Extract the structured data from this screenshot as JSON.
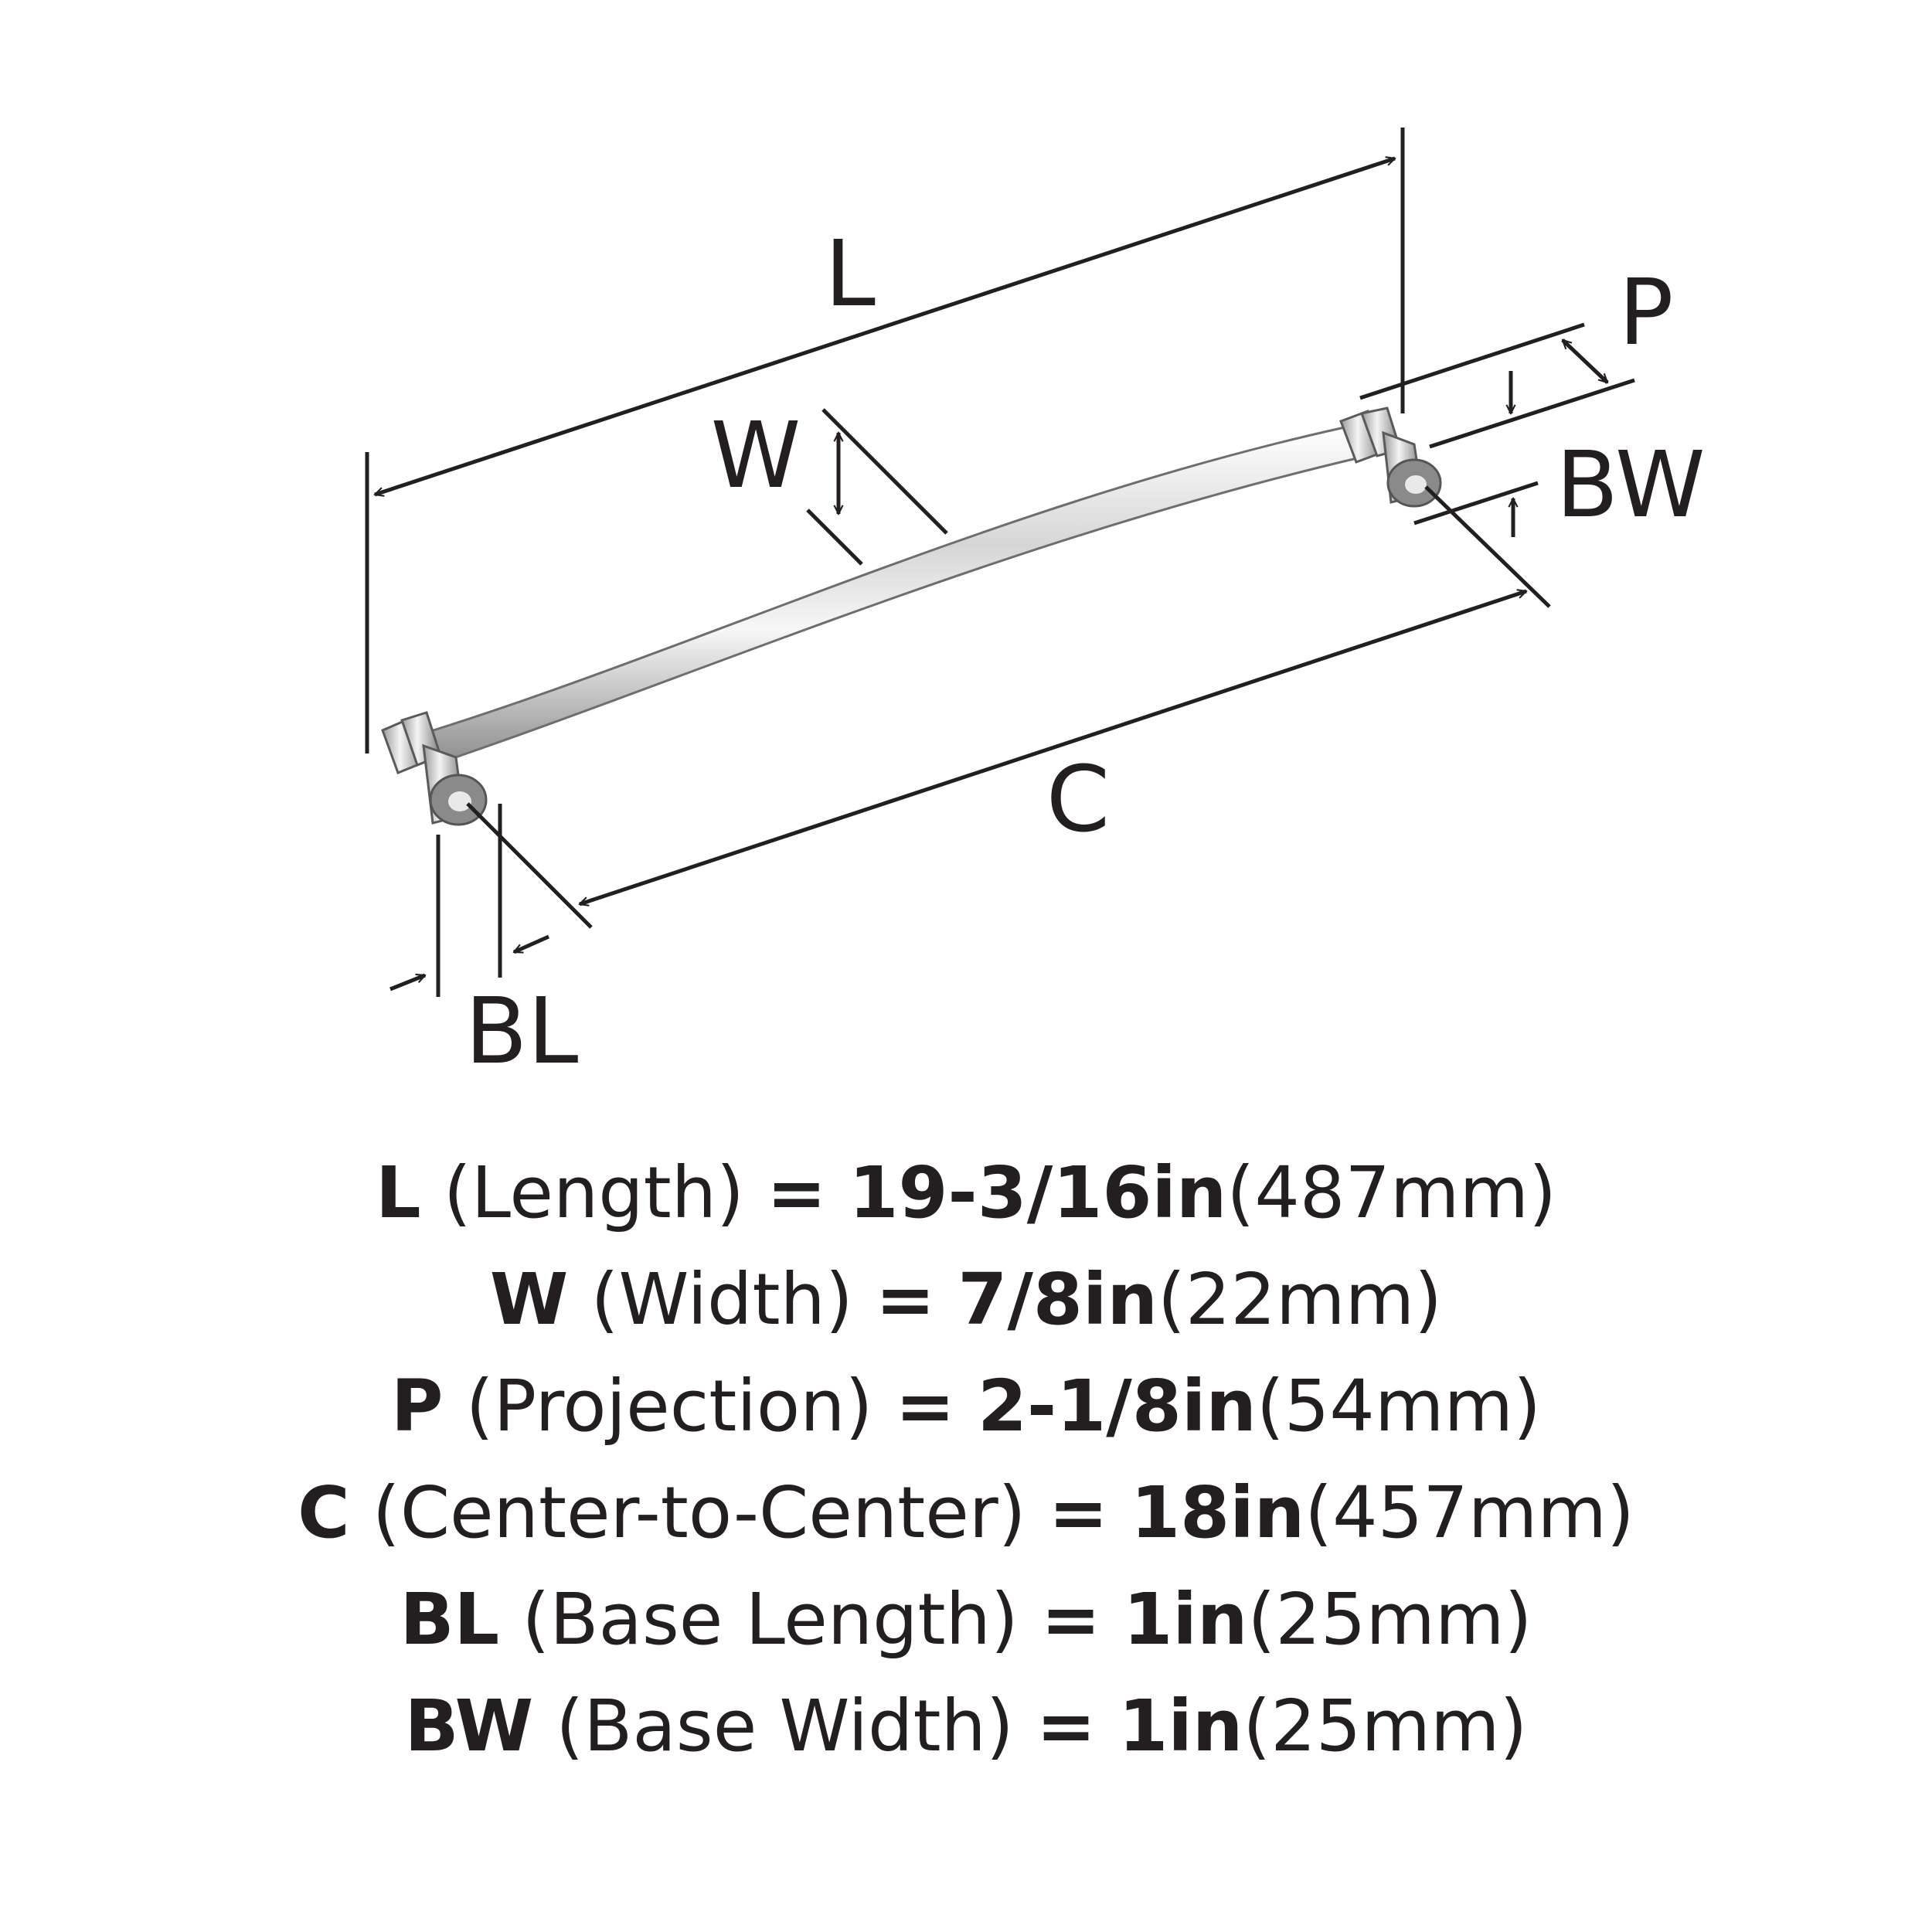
{
  "diagram": {
    "labels": {
      "L": "L",
      "W": "W",
      "P": "P",
      "BW": "BW",
      "C": "C",
      "BL": "BL"
    }
  },
  "specs": [
    {
      "code": "L",
      "name": "(Length)",
      "eq": "=",
      "imperial": "19-3/16in",
      "metric": "(487mm)"
    },
    {
      "code": "W",
      "name": "(Width)",
      "eq": "=",
      "imperial": "7/8in",
      "metric": "(22mm)"
    },
    {
      "code": "P",
      "name": "(Projection)",
      "eq": "=",
      "imperial": "2-1/8in",
      "metric": "(54mm)"
    },
    {
      "code": "C",
      "name": "(Center-to-Center)",
      "eq": "=",
      "imperial": "18in",
      "metric": "(457mm)"
    },
    {
      "code": "BL",
      "name": "(Base Length)",
      "eq": "=",
      "imperial": "1in",
      "metric": "(25mm)"
    },
    {
      "code": "BW",
      "name": "(Base Width)",
      "eq": "=",
      "imperial": "1in",
      "metric": "(25mm)"
    }
  ],
  "colors": {
    "ink": "#231f20",
    "metal_light": "#f2f2f2",
    "metal_mid": "#bdbdbd",
    "metal_dark": "#7a7a7a"
  }
}
